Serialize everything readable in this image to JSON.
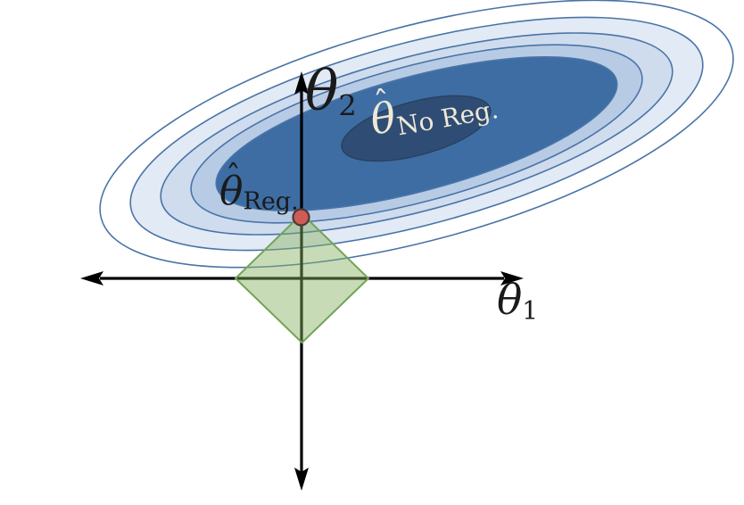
{
  "labels": {
    "y_axis": {
      "main": "θ",
      "sub": "2"
    },
    "x_axis": {
      "main": "θ",
      "sub": "1"
    },
    "regularized_estimate": {
      "hat": "ˆ",
      "main": "θ",
      "sub": "Reg."
    },
    "unregularized_estimate": {
      "hat": "ˆ",
      "main": "θ",
      "sub": "No Reg."
    }
  },
  "colors": {
    "background": "#ffffff",
    "contour_line": "#4a74a7",
    "band_very_light": "#e2eaf5",
    "band_light": "#cfdcee",
    "band_medium_light": "#b8cbe5",
    "region_strong_blue": "#3e6da4",
    "region_core_navy": "#2f4d74",
    "core_stroke": "#28425f",
    "diamond_fill": "rgba(133,176,96,0.45)",
    "diamond_stroke": "#72a457",
    "axis": "#000000",
    "point_fill": "#cf5b55",
    "point_stroke": "#493937",
    "regularized_label_text": "#1a1a1a",
    "unregularized_label_text": "#efe8d7"
  }
}
